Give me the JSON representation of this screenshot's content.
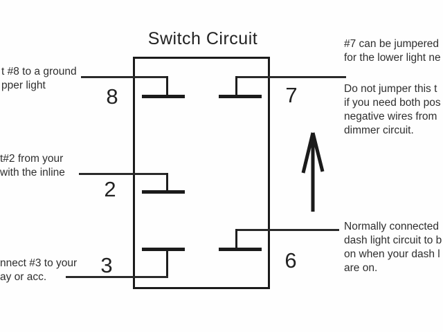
{
  "title": "Switch Circuit",
  "pins": {
    "p8": "8",
    "p7": "7",
    "p2": "2",
    "p3": "3",
    "p6": "6"
  },
  "notes": {
    "left_top": [
      "t #8 to a ground",
      "pper light"
    ],
    "left_mid": [
      "t#2 from your",
      "with the inline"
    ],
    "left_bottom": [
      "nnect #3 to your",
      "ay or acc."
    ],
    "right_top": [
      "#7 can be jumpered",
      "for the lower light ne"
    ],
    "right_mid": [
      "Do not jumper this t",
      "if you need both pos",
      "negative wires from",
      "dimmer circuit."
    ],
    "right_bottom": [
      "Normally connected",
      "dash light circuit to b",
      "on when your dash l",
      "are on."
    ]
  },
  "icons": {
    "up_arrow": "momentary-direction-up-arrow"
  },
  "colors": {
    "line": "#1b1b1b",
    "text": "#2e2e2e",
    "background": "#fefefe"
  }
}
